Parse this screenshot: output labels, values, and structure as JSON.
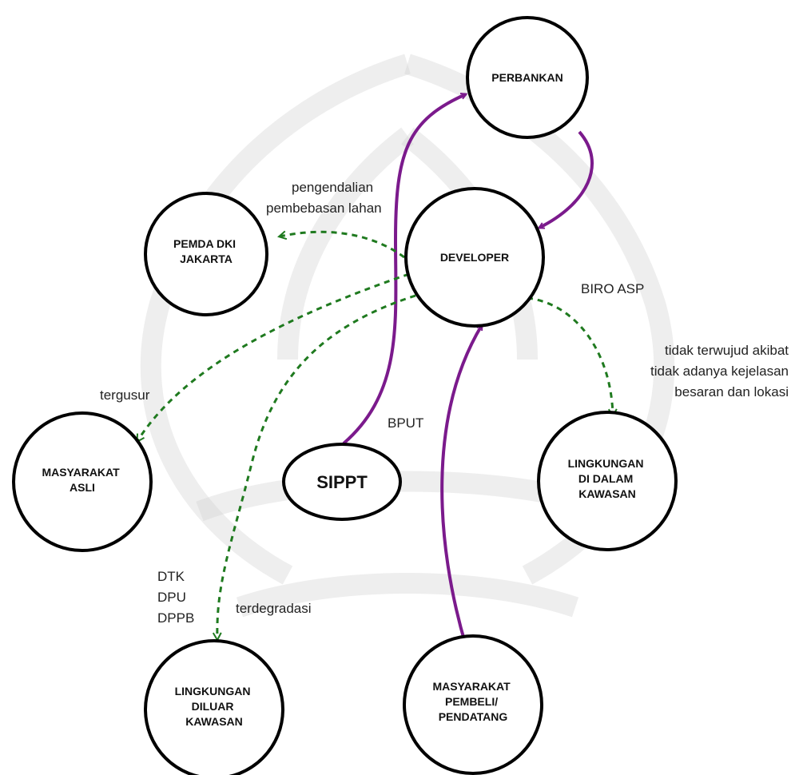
{
  "colors": {
    "influence": "#7b1a8c",
    "impact": "#1f7a1f",
    "node_stroke": "#000000",
    "watermark": "#cfcfcf"
  },
  "nodes": {
    "perbankan": {
      "lines": [
        "PERBANKAN"
      ]
    },
    "pemda": {
      "lines": [
        "PEMDA DKI",
        "JAKARTA"
      ]
    },
    "developer": {
      "lines": [
        "DEVELOPER"
      ]
    },
    "masyarakat_asli": {
      "lines": [
        "MASYARAKAT",
        "ASLI"
      ]
    },
    "sippt": {
      "lines": [
        "SIPPT"
      ]
    },
    "lingkungan_dalam": {
      "lines": [
        "LINGKUNGAN",
        "DI DALAM",
        "KAWASAN"
      ]
    },
    "lingkungan_luar": {
      "lines": [
        "LINGKUNGAN",
        "DILUAR",
        "KAWASAN"
      ]
    },
    "masyarakat_pembeli": {
      "lines": [
        "MASYARAKAT",
        "PEMBELI/",
        "PENDATANG"
      ]
    }
  },
  "labels": {
    "pengendalian": "pengendalian",
    "pembebasan": "pembebasan lahan",
    "biro_asp": "BIRO ASP",
    "tidak1": "tidak terwujud akibat",
    "tidak2": "tidak adanya kejelasan",
    "tidak3": "besaran dan lokasi",
    "tergusur": "tergusur",
    "bput": "BPUT",
    "dtk": "DTK",
    "dpu": "DPU",
    "dppb": "DPPB",
    "terdegradasi": "terdegradasi"
  }
}
